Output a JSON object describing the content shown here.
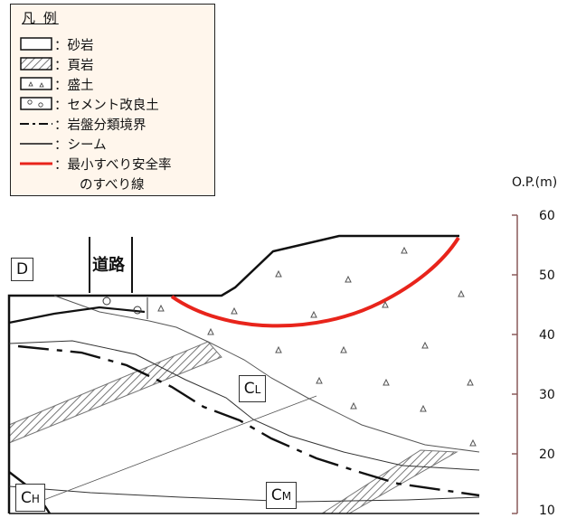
{
  "legend": {
    "title": "凡 例",
    "items": [
      {
        "key": "sandstone",
        "label": "：砂岩"
      },
      {
        "key": "shale",
        "label": "：頁岩"
      },
      {
        "key": "fill",
        "label": "：盛土"
      },
      {
        "key": "cement",
        "label": "：セメント改良土"
      },
      {
        "key": "rock_boundary",
        "label": "：岩盤分類境界"
      },
      {
        "key": "seam",
        "label": "：シーム"
      },
      {
        "key": "slip_line",
        "label": "：最小すべり安全率"
      }
    ],
    "slip_line_cont": "のすべり線"
  },
  "axis": {
    "unit": "O.P.(m)",
    "ticks": [
      "60",
      "50",
      "40",
      "30",
      "20",
      "10"
    ]
  },
  "labels": {
    "road": "道路",
    "d": "D",
    "cl": "CL",
    "cm": "CM",
    "ch": "CH"
  },
  "colors": {
    "slip_line": "#e8241b",
    "legend_bg": "#fff6ec",
    "axis": "#8a5a5a"
  }
}
